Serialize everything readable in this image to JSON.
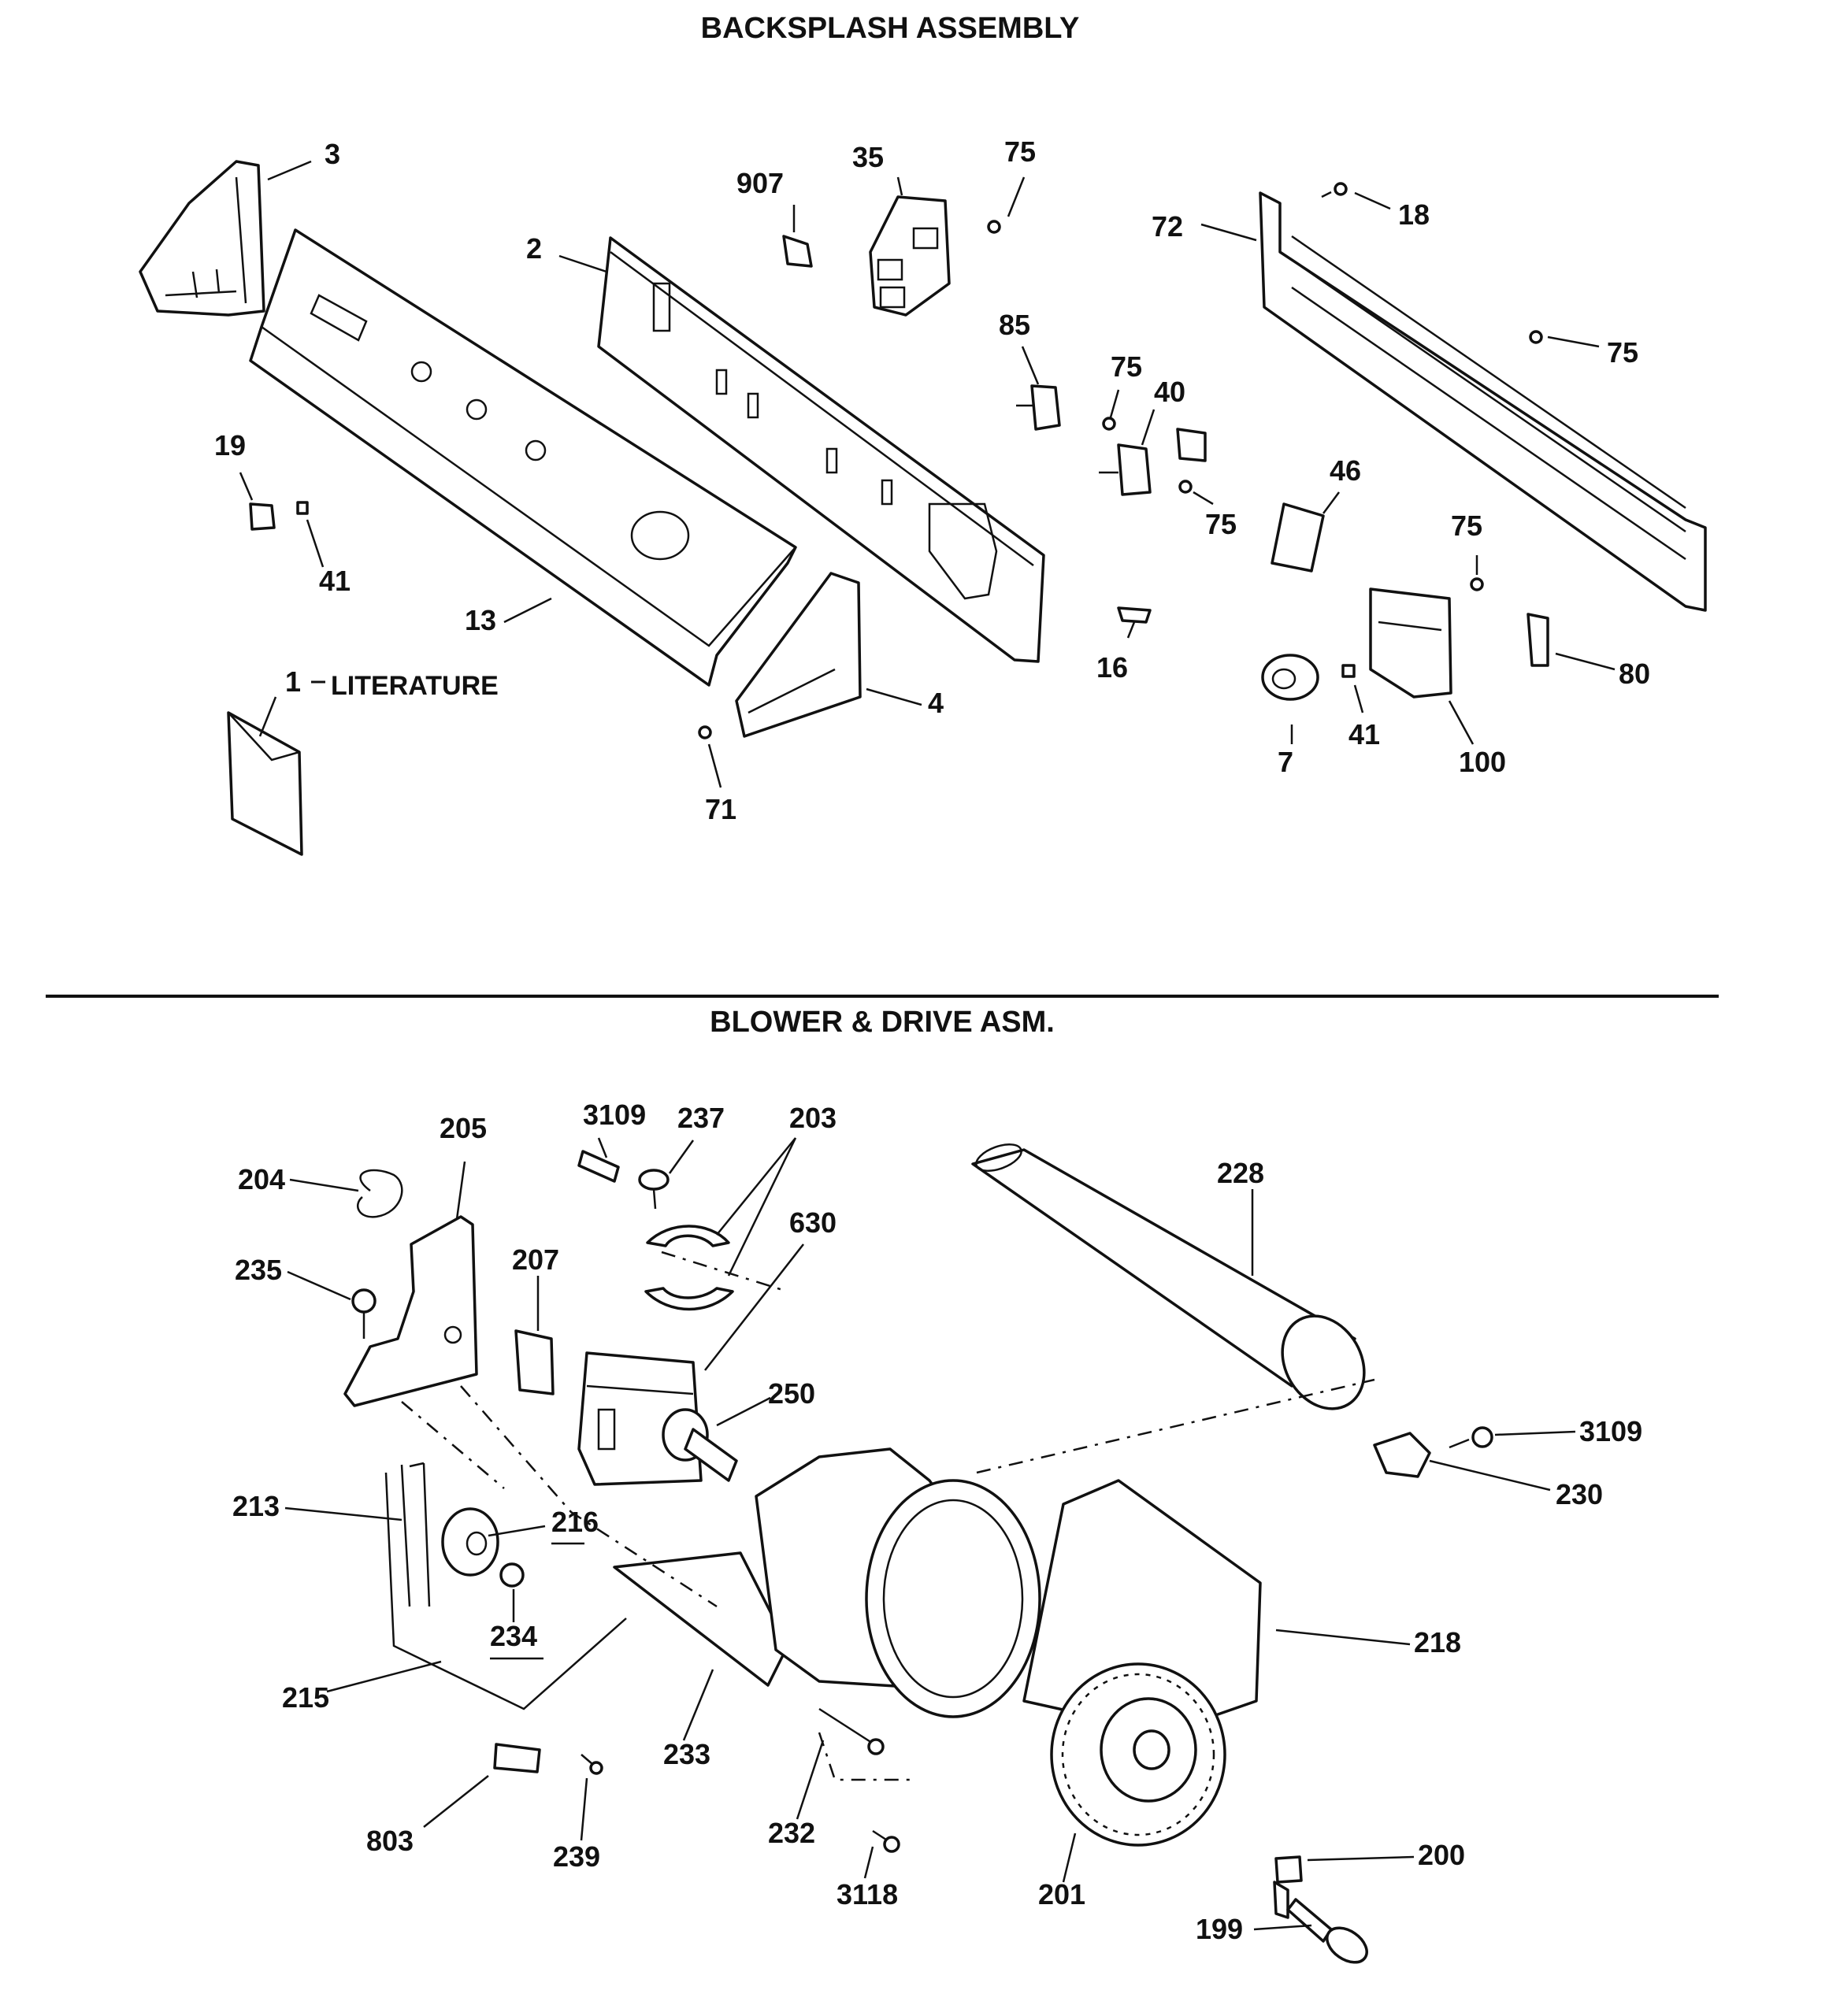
{
  "sections": {
    "backsplash_title": "BACKSPLASH ASSEMBLY",
    "blower_title": "BLOWER & DRIVE ASM."
  },
  "backsplash_labels": {
    "p3": "3",
    "p907": "907",
    "p35": "35",
    "p75a": "75",
    "p18": "18",
    "p72": "72",
    "p2": "2",
    "p75b": "75",
    "p85": "85",
    "p75c": "75",
    "p40": "40",
    "p19": "19",
    "p46": "46",
    "p75d": "75",
    "p41a": "41",
    "p75e": "75",
    "p13": "13",
    "p16": "16",
    "p80": "80",
    "p1": "1",
    "literature": "LITERATURE",
    "p4": "4",
    "p7": "7",
    "p41b": "41",
    "p100": "100",
    "p71": "71"
  },
  "blower_labels": {
    "p3109a": "3109",
    "p237": "237",
    "p203": "203",
    "p205": "205",
    "p204": "204",
    "p228": "228",
    "p630": "630",
    "p235": "235",
    "p207": "207",
    "p250": "250",
    "p3109b": "3109",
    "p230": "230",
    "p213": "213",
    "p216": "216",
    "p218": "218",
    "p234": "234",
    "p215": "215",
    "p233": "233",
    "p232": "232",
    "p803": "803",
    "p239": "239",
    "p3118": "3118",
    "p201": "201",
    "p200": "200",
    "p199": "199"
  }
}
